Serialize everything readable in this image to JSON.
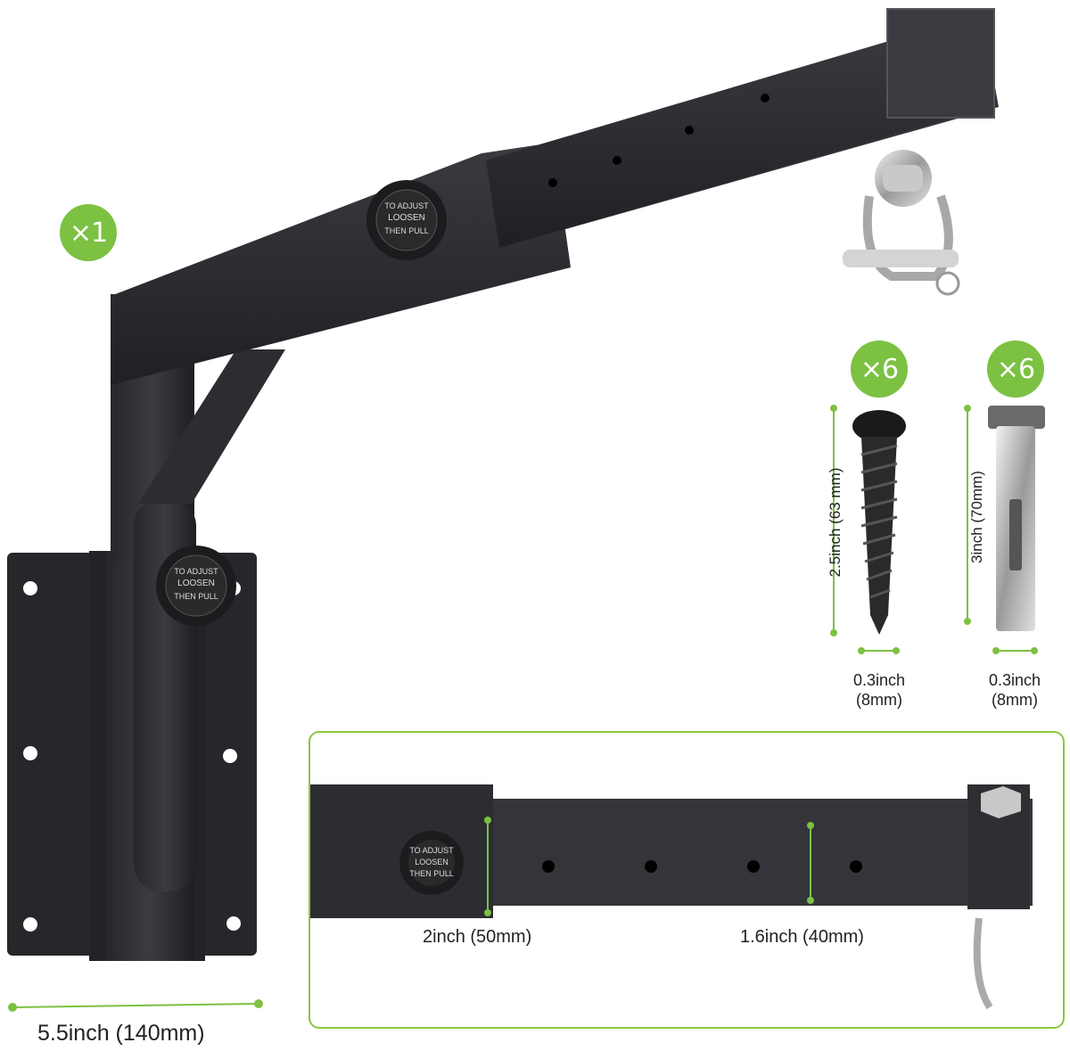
{
  "colors": {
    "accent": "#7cc142",
    "metal": "#2b2c30",
    "background": "#ffffff"
  },
  "badges": {
    "bracket_qty": "×1",
    "screw_qty": "×6",
    "bolt_qty": "×6"
  },
  "knob": {
    "line1": "TO ADJUST",
    "line2": "LOOSEN",
    "line3": "THEN PULL"
  },
  "screw": {
    "length": "2.5inch (63 mm)",
    "diameter_line1": "0.3inch",
    "diameter_line2": "(8mm)"
  },
  "bolt": {
    "length": "3inch (70mm)",
    "diameter_line1": "0.3inch",
    "diameter_line2": "(8mm)"
  },
  "inset": {
    "outer_tube": "2inch (50mm)",
    "inner_tube": "1.6inch (40mm)"
  },
  "plate": {
    "width": "5.5inch (140mm)"
  }
}
